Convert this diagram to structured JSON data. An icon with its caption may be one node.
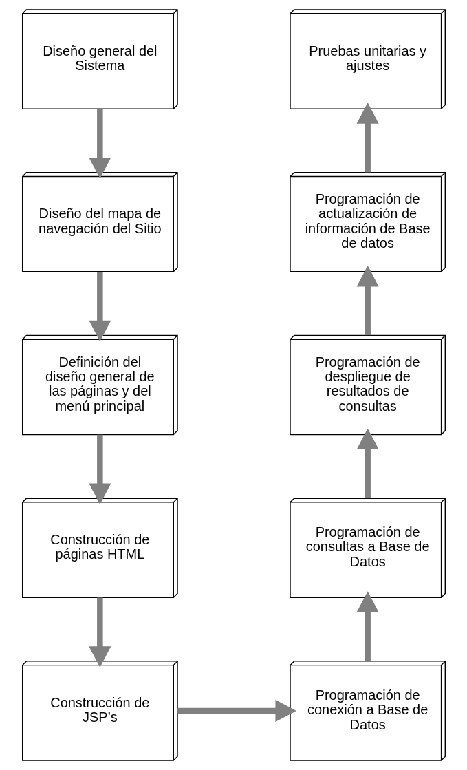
{
  "diagram": {
    "nodes": [
      {
        "text": [
          "Diseño general del Sistema"
        ]
      },
      {
        "text": [
          "Diseño del mapa de navegación del Sitio"
        ]
      },
      {
        "text": [
          "Definición del diseño general de las páginas y del menú principal"
        ]
      },
      {
        "text": [
          "Construcción de páginas HTML"
        ]
      },
      {
        "text": [
          "Construcción de JSP’s"
        ]
      },
      {
        "text": [
          "Pruebas unitarias y ajustes"
        ]
      },
      {
        "text": [
          "Programación de actualización de información de Base de datos"
        ]
      },
      {
        "text": [
          "Programación de despliegue de resultados de consultas"
        ]
      },
      {
        "text": [
          "Programación de consultas a Base de Datos"
        ]
      },
      {
        "text": [
          "Programación de conexión a Base de Datos"
        ]
      }
    ],
    "edges": [
      {
        "from": 0,
        "to": 1,
        "arrow": "to"
      },
      {
        "from": 1,
        "to": 2,
        "arrow": "to"
      },
      {
        "from": 2,
        "to": 3,
        "arrow": "to"
      },
      {
        "from": 3,
        "to": 4,
        "arrow": "to"
      },
      {
        "from": 4,
        "to": 9,
        "arrow": "to"
      },
      {
        "from": 9,
        "to": 8,
        "arrow": "to"
      },
      {
        "from": 8,
        "to": 7,
        "arrow": "to"
      },
      {
        "from": 7,
        "to": 6,
        "arrow": "to"
      },
      {
        "from": 6,
        "to": 5,
        "arrow": "to"
      }
    ]
  }
}
